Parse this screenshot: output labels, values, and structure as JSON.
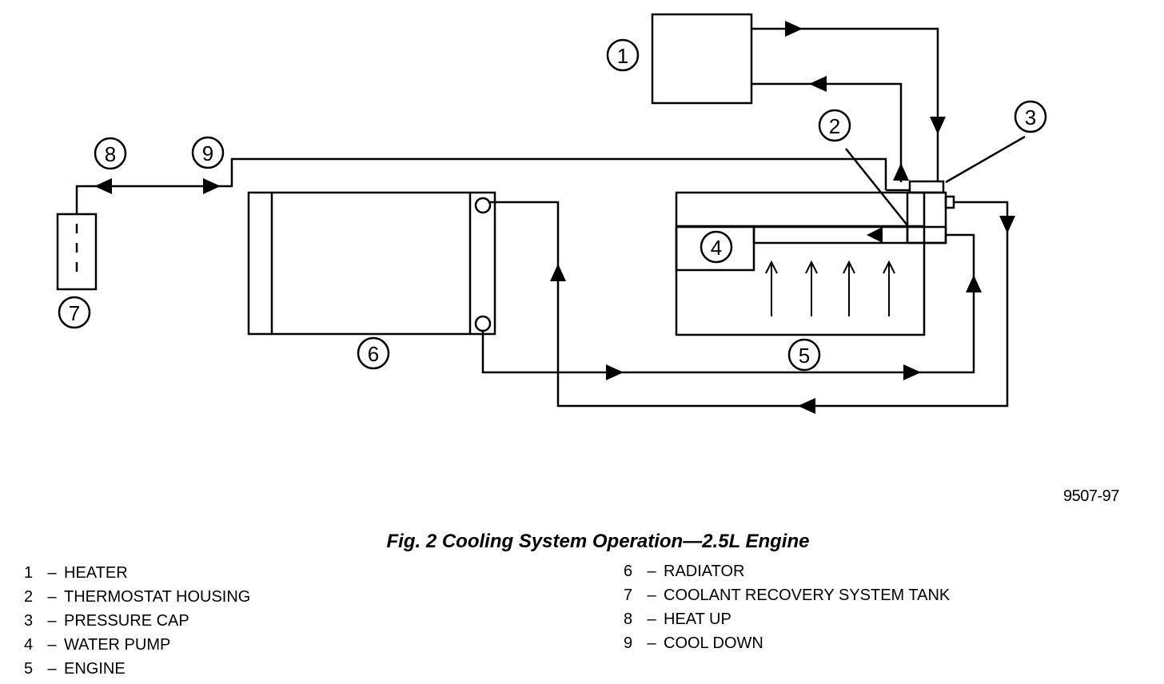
{
  "figure": {
    "id": "9507-97",
    "caption": "Fig. 2 Cooling System Operation—2.5L Engine"
  },
  "callouts": {
    "c1": "1",
    "c2": "2",
    "c3": "3",
    "c4": "4",
    "c5": "5",
    "c6": "6",
    "c7": "7",
    "c8": "8",
    "c9": "9"
  },
  "legend": {
    "left": [
      {
        "num": "1",
        "dash": "–",
        "label": "HEATER"
      },
      {
        "num": "2",
        "dash": "–",
        "label": "THERMOSTAT HOUSING"
      },
      {
        "num": "3",
        "dash": "–",
        "label": "PRESSURE CAP"
      },
      {
        "num": "4",
        "dash": "–",
        "label": "WATER PUMP"
      },
      {
        "num": "5",
        "dash": "–",
        "label": "ENGINE"
      }
    ],
    "right": [
      {
        "num": "6",
        "dash": "–",
        "label": "RADIATOR"
      },
      {
        "num": "7",
        "dash": "–",
        "label": "COOLANT RECOVERY SYSTEM TANK"
      },
      {
        "num": "8",
        "dash": "–",
        "label": "HEAT UP"
      },
      {
        "num": "9",
        "dash": "–",
        "label": "COOL DOWN"
      }
    ]
  }
}
